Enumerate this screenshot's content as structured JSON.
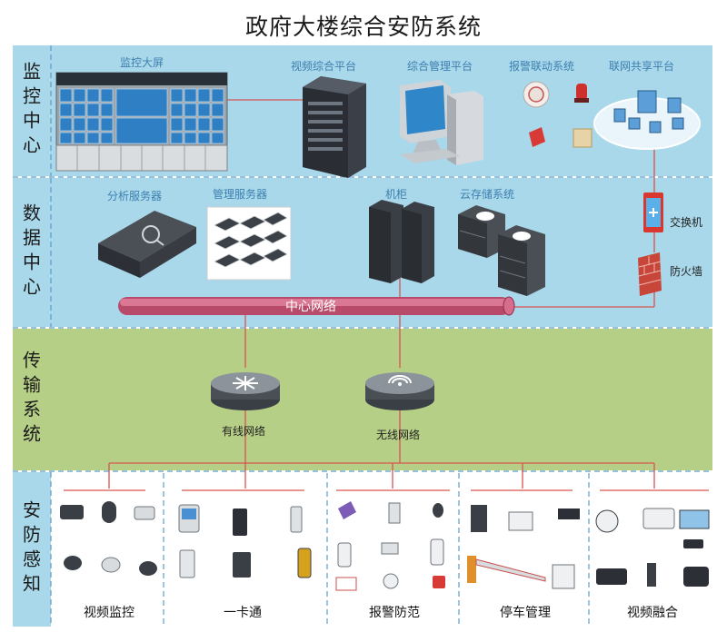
{
  "title": "政府大楼综合安防系统",
  "layers": {
    "monitor": "监控中心",
    "data": "数据中心",
    "transport": "传输系统",
    "sensing": "安防感知"
  },
  "monitor_center": {
    "wall": "监控大屏",
    "video_platform": "视频综合平台",
    "mgmt_platform": "综合管理平台",
    "alarm_link": "报警联动系统",
    "share_platform": "联网共享平台"
  },
  "data_center": {
    "analysis_server": "分析服务器",
    "mgmt_server": "管理服务器",
    "cabinet": "机柜",
    "cloud_storage": "云存储系统",
    "switch": "交换机",
    "firewall": "防火墙",
    "center_network": "中心网络"
  },
  "transport": {
    "wired": "有线网络",
    "wireless": "无线网络"
  },
  "sensing": {
    "groups": [
      "视频监控",
      "一卡通",
      "报警防范",
      "停车管理",
      "视频融合"
    ]
  },
  "colors": {
    "blue_band": "#a9d8ea",
    "green_band": "#b6cf86",
    "link_red": "#d9534f",
    "caption_blue": "#3d7fb0"
  }
}
